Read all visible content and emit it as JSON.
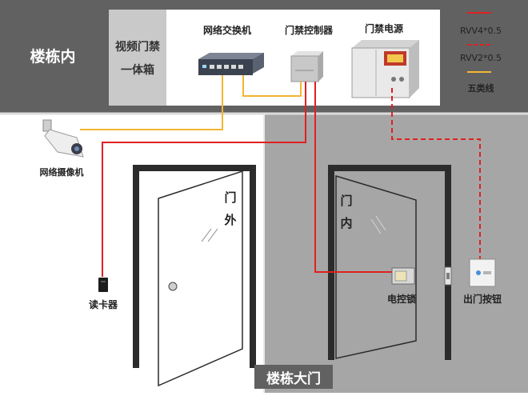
{
  "header": {
    "building_label": "楼栋内",
    "box_label_line1": "视频门禁",
    "box_label_line2": "一体箱"
  },
  "devices": {
    "switch_label": "网络交换机",
    "controller_label": "门禁控制器",
    "power_label": "门禁电源",
    "camera_label": "网络摄像机",
    "reader_label": "读卡器",
    "lock_label": "电控锁",
    "exit_button_label": "出门按钮"
  },
  "legend": {
    "items": [
      {
        "label": "RVV4*0.5",
        "color": "#e02020",
        "style": "solid"
      },
      {
        "label": "RVV2*0.5",
        "color": "#e02020",
        "style": "dashed"
      },
      {
        "label": "五类线",
        "color": "#f2b631",
        "style": "solid"
      }
    ]
  },
  "doors": {
    "outer_label_1": "门",
    "outer_label_2": "外",
    "inner_label_1": "门",
    "inner_label_2": "内",
    "main_door_label": "楼栋大门"
  },
  "colors": {
    "header_bg": "#616161",
    "panel_bg": "#ffffff",
    "inner_bg": "#a6a6a6",
    "cable_red": "#e02020",
    "cable_yellow": "#f2b631",
    "door_frame": "#2b2b2b"
  }
}
